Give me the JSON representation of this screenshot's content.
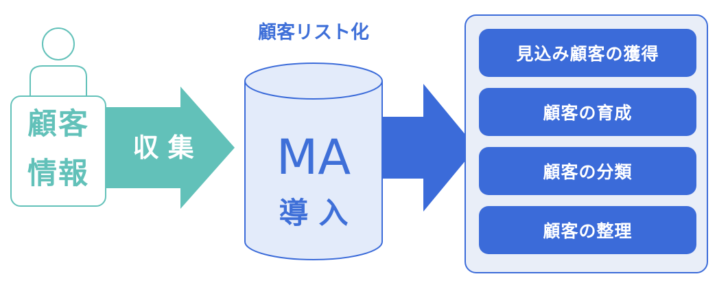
{
  "person": {
    "line1": "顧客",
    "line2": "情報"
  },
  "collect_arrow": {
    "label": "収 集"
  },
  "database": {
    "top_label": "顧客リスト化",
    "title": "MA",
    "subtitle": "導 入"
  },
  "results": {
    "items": [
      {
        "label": "見込み顧客の獲得"
      },
      {
        "label": "顧客の育成"
      },
      {
        "label": "顧客の分類"
      },
      {
        "label": "顧客の整理"
      }
    ]
  },
  "colors": {
    "teal": "#62c1b9",
    "blue": "#3b6bd9",
    "light_panel": "#e9eef8"
  }
}
